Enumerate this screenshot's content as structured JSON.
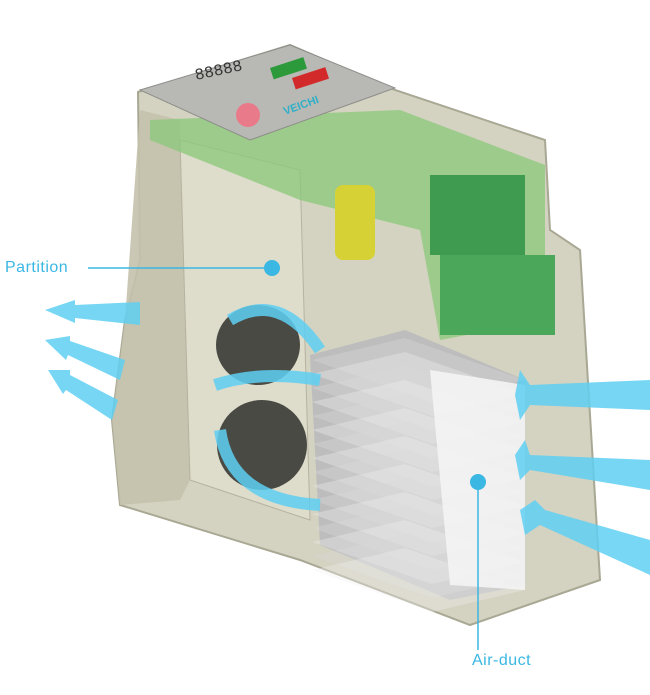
{
  "labels": {
    "partition": "Partition",
    "air_duct": "Air-duct"
  },
  "logo": "VEICHI",
  "display": "88888",
  "colors": {
    "callout": "#3ab7e3",
    "airflow": "#5fd0f3",
    "housing": "#c9c7b4",
    "pcb": "#7fc36a",
    "heatsink": "#e8e8e8"
  }
}
